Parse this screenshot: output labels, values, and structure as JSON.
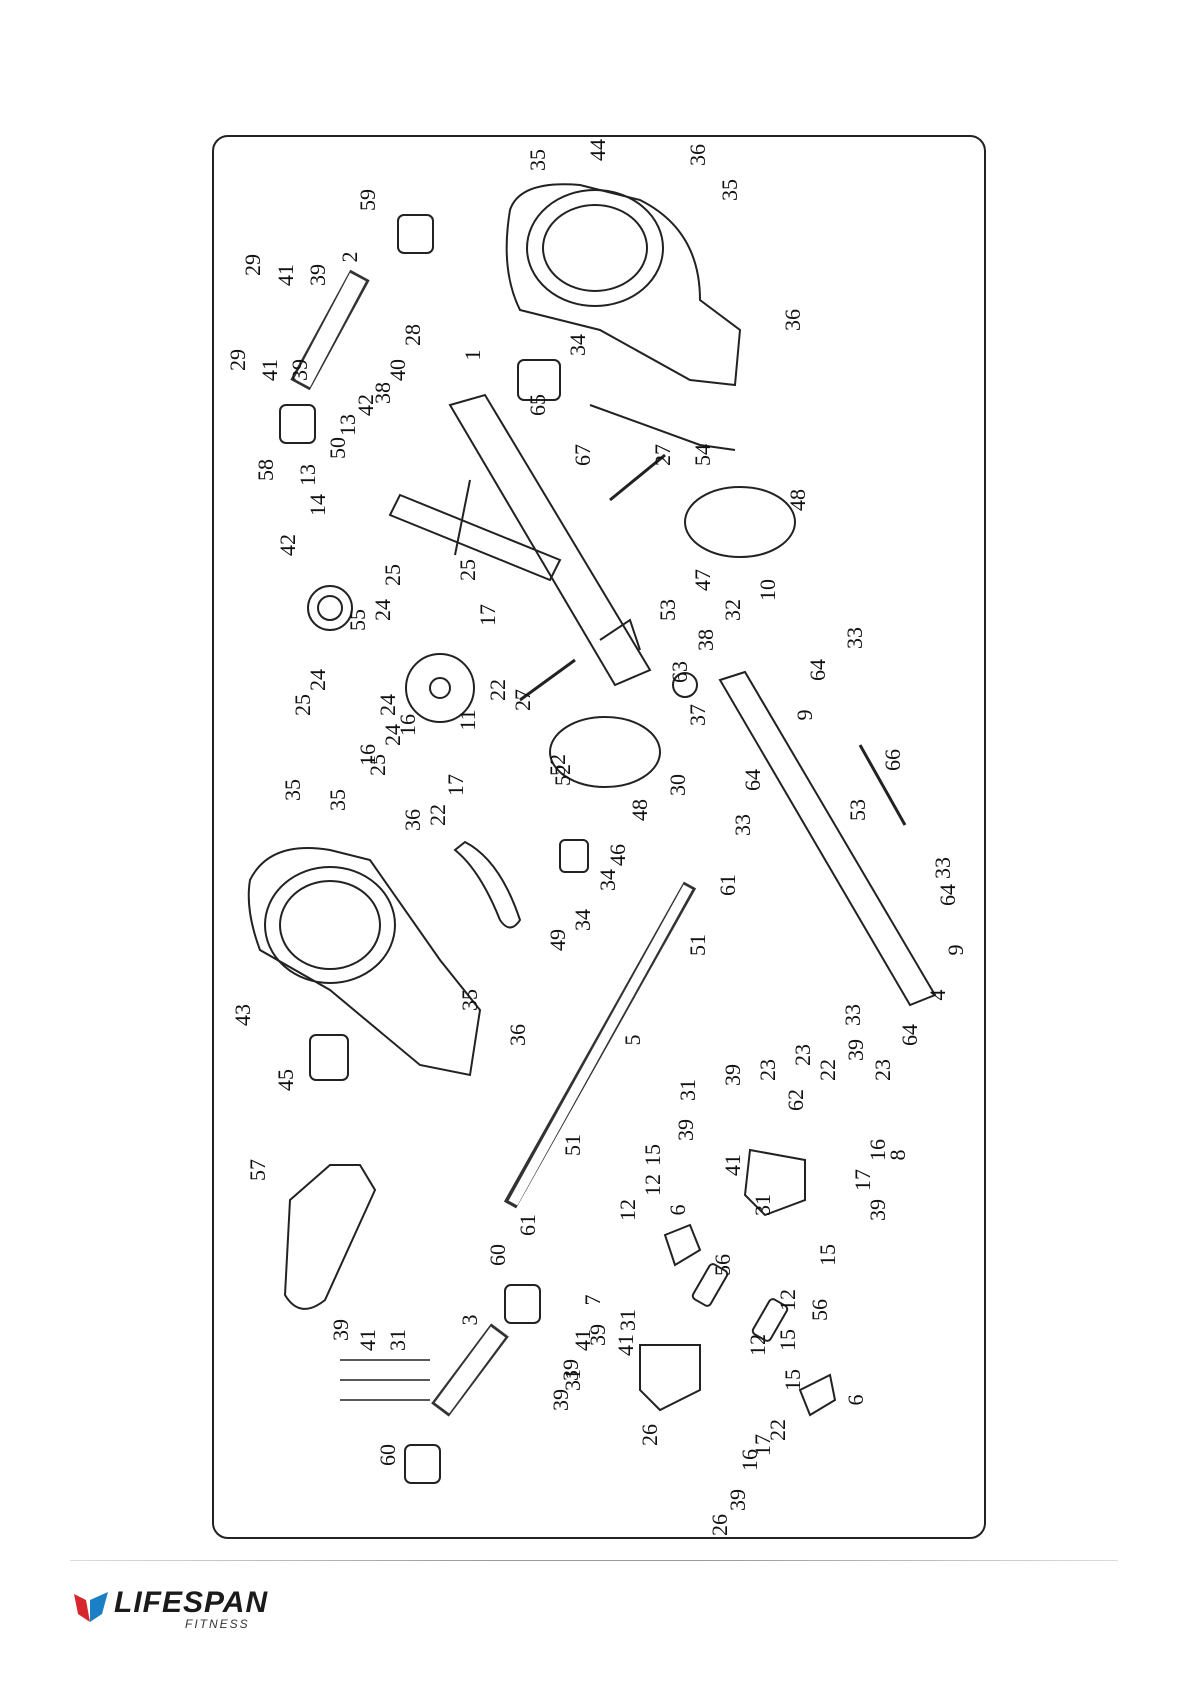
{
  "diagram": {
    "part_numbers": [
      "35",
      "44",
      "36",
      "35",
      "36",
      "59",
      "2",
      "29",
      "41",
      "39",
      "29",
      "41",
      "39",
      "58",
      "28",
      "40",
      "38",
      "42",
      "13",
      "50",
      "13",
      "14",
      "42",
      "1",
      "34",
      "65",
      "54",
      "67",
      "27",
      "52",
      "48",
      "47",
      "53",
      "10",
      "32",
      "38",
      "33",
      "64",
      "9",
      "63",
      "37",
      "30",
      "64",
      "33",
      "66",
      "53",
      "25",
      "24",
      "55",
      "24",
      "25",
      "25",
      "16",
      "24",
      "11",
      "17",
      "22",
      "25",
      "16",
      "24",
      "17",
      "22",
      "27",
      "52",
      "48",
      "35",
      "35",
      "36",
      "43",
      "49",
      "34",
      "34",
      "46",
      "61",
      "51",
      "5",
      "36",
      "35",
      "45",
      "33",
      "64",
      "4",
      "9",
      "64",
      "33",
      "57",
      "61",
      "51",
      "39",
      "23",
      "23",
      "22",
      "39",
      "23",
      "31",
      "62",
      "16",
      "17",
      "39",
      "39",
      "15",
      "41",
      "12",
      "8",
      "31",
      "6",
      "15",
      "56",
      "12",
      "12",
      "15",
      "56",
      "12",
      "7",
      "39",
      "41",
      "31",
      "31",
      "39",
      "41",
      "15",
      "60",
      "3",
      "60",
      "39",
      "41",
      "31",
      "39",
      "26",
      "22",
      "17",
      "16",
      "39",
      "26",
      "6"
    ]
  },
  "brand": {
    "name": "LIFESPAN",
    "sub": "FITNESS",
    "colors": {
      "red": "#d7262d",
      "blue": "#1a7fc4"
    }
  }
}
